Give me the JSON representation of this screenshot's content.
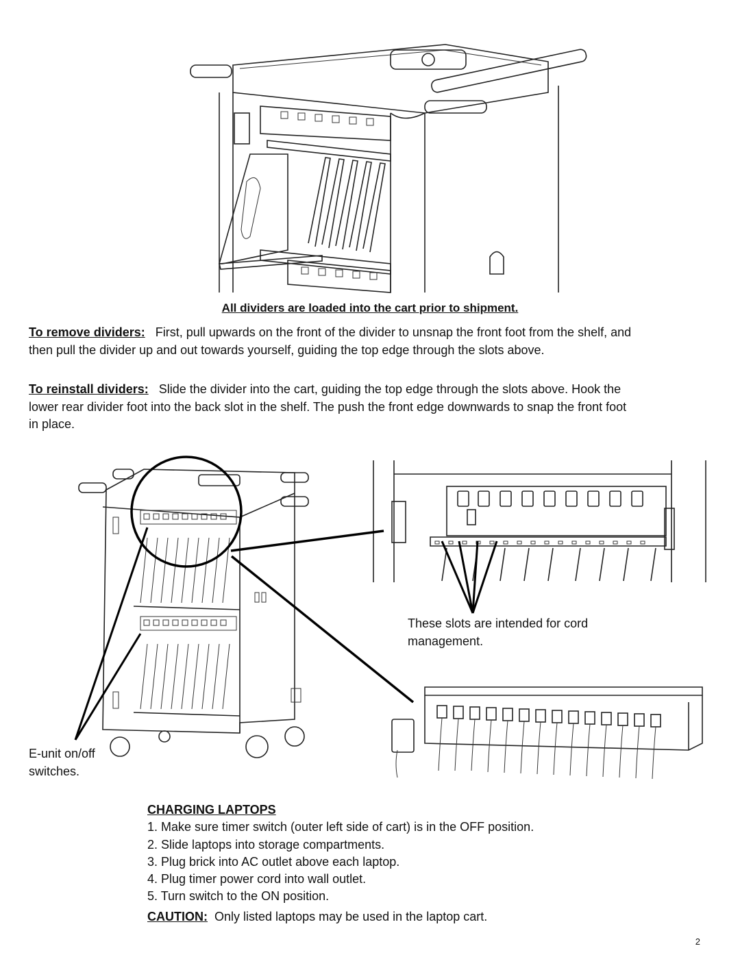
{
  "top_caption": "All dividers are loaded into the cart prior to shipment.",
  "remove": {
    "label": "To remove dividers:",
    "text": "First, pull upwards on the front of the divider to unsnap the front foot from the shelf, and then pull the divider up and out towards yourself, guiding the top edge through the slots above."
  },
  "reinstall": {
    "label": "To reinstall dividers:",
    "text": "Slide the divider into the cart, guiding the top edge through the slots above.  Hook the lower rear divider foot into the back slot in the shelf.  The push the front edge downwards to snap the front foot in place."
  },
  "slots_note": "These slots are intended for cord management.",
  "switches_note": "E-unit on/off switches.",
  "charging": {
    "heading": "CHARGING LAPTOPS",
    "steps": [
      "1.  Make sure timer switch (outer left side of cart) is in the OFF position.",
      "2.  Slide laptops into storage compartments.",
      "3.  Plug brick into AC outlet above each laptop.",
      "4.  Plug timer power cord into wall outlet.",
      "5.  Turn switch to the ON position."
    ],
    "caution_label": "CAUTION:",
    "caution_text": "Only listed laptops may be used in the laptop cart."
  },
  "page_number": "2"
}
